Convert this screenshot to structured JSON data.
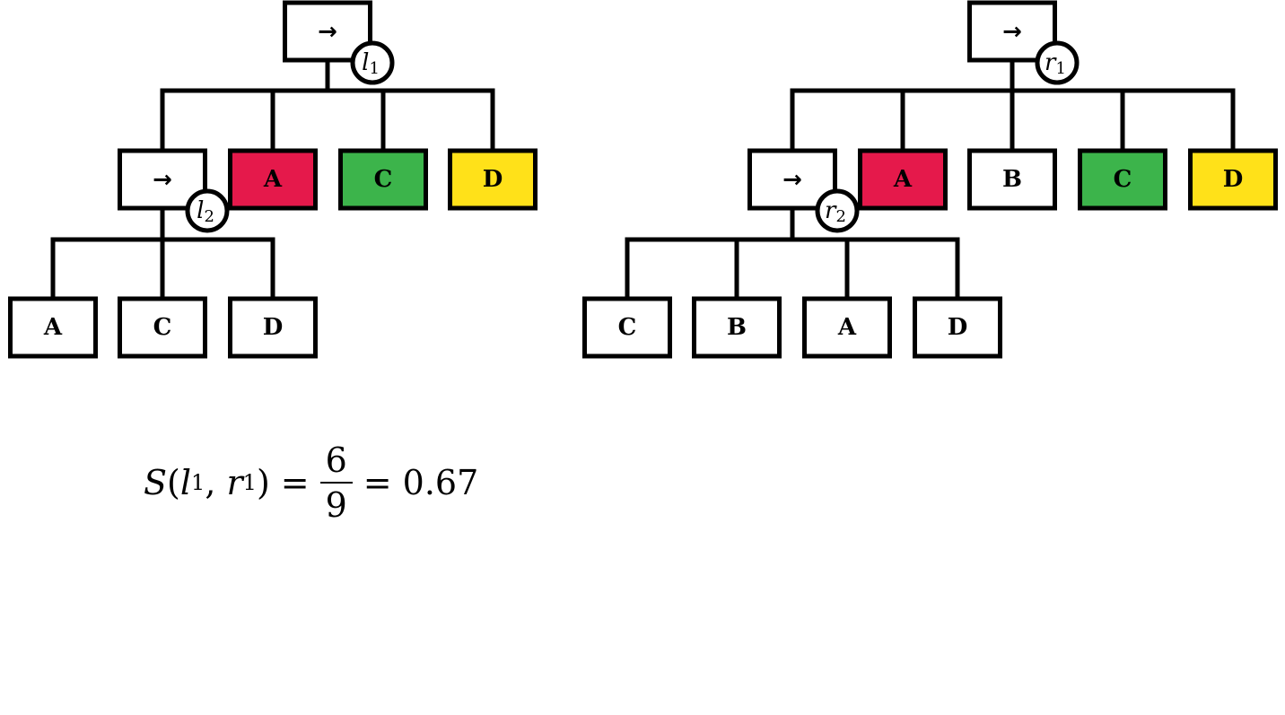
{
  "colors": {
    "red": "#e5194b",
    "green": "#3cb44b",
    "yellow": "#ffe119",
    "plain": "#ffffff",
    "stroke": "#000000"
  },
  "operator_symbol": "→",
  "left_tree": {
    "root_tag": {
      "letter": "l",
      "sub": "1"
    },
    "child_tag": {
      "letter": "l",
      "sub": "2"
    },
    "level1": [
      {
        "label": "A",
        "color": "red"
      },
      {
        "label": "C",
        "color": "green"
      },
      {
        "label": "D",
        "color": "yellow"
      }
    ],
    "level2": [
      {
        "label": "A",
        "color": "plain"
      },
      {
        "label": "C",
        "color": "plain"
      },
      {
        "label": "D",
        "color": "plain"
      }
    ]
  },
  "right_tree": {
    "root_tag": {
      "letter": "r",
      "sub": "1"
    },
    "child_tag": {
      "letter": "r",
      "sub": "2"
    },
    "level1": [
      {
        "label": "A",
        "color": "red"
      },
      {
        "label": "B",
        "color": "plain"
      },
      {
        "label": "C",
        "color": "green"
      },
      {
        "label": "D",
        "color": "yellow"
      }
    ],
    "level2": [
      {
        "label": "C",
        "color": "plain"
      },
      {
        "label": "B",
        "color": "plain"
      },
      {
        "label": "A",
        "color": "plain"
      },
      {
        "label": "D",
        "color": "plain"
      }
    ]
  },
  "formula": {
    "func": "S",
    "arg1_letter": "l",
    "arg1_sub": "1",
    "arg2_letter": "r",
    "arg2_sub": "1",
    "numerator": "6",
    "denominator": "9",
    "result": "0.67"
  }
}
